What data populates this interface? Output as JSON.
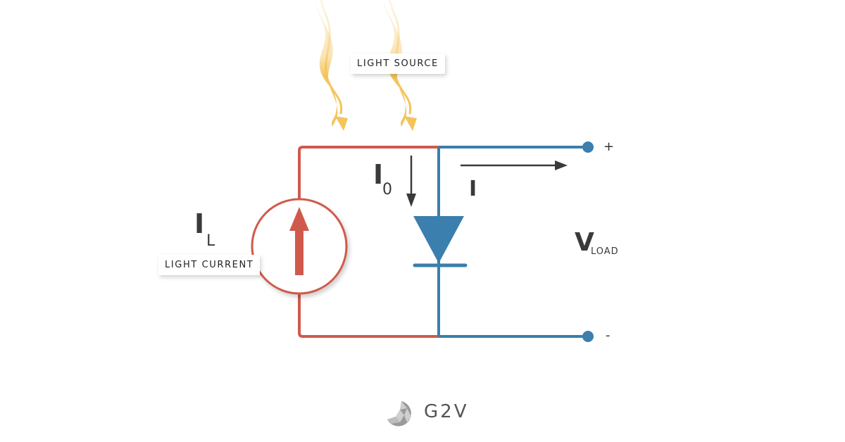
{
  "labels": {
    "light_source": "LIGHT SOURCE",
    "light_current": "LIGHT CURRENT"
  },
  "symbols": {
    "il_main": "I",
    "il_sub": "L",
    "i0_main": "I",
    "i0_sub": "0",
    "i_main": "I",
    "vload_main": "V",
    "vload_sub": "LOAD",
    "plus": "+",
    "minus": "-"
  },
  "logo": {
    "text": "G2V"
  },
  "colors": {
    "source_wire": "#cf5a4c",
    "load_wire": "#3a7fad",
    "light_ray": "#f4c35a",
    "arrow": "#3a3a3a"
  }
}
